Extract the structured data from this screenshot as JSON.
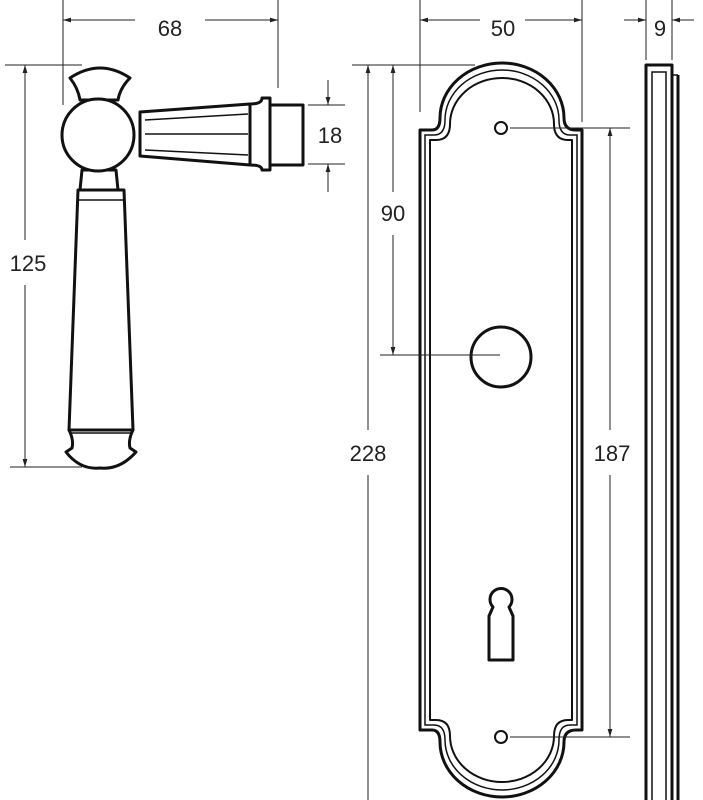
{
  "dimensions": {
    "lever_projection": "68",
    "lever_height": "125",
    "rose_diameter": "18",
    "plate_width": "50",
    "plate_thickness": "9",
    "plate_height": "228",
    "spindle_offset": "90",
    "screw_centers": "187"
  },
  "colors": {
    "line": "#111111",
    "background": "#ffffff"
  }
}
